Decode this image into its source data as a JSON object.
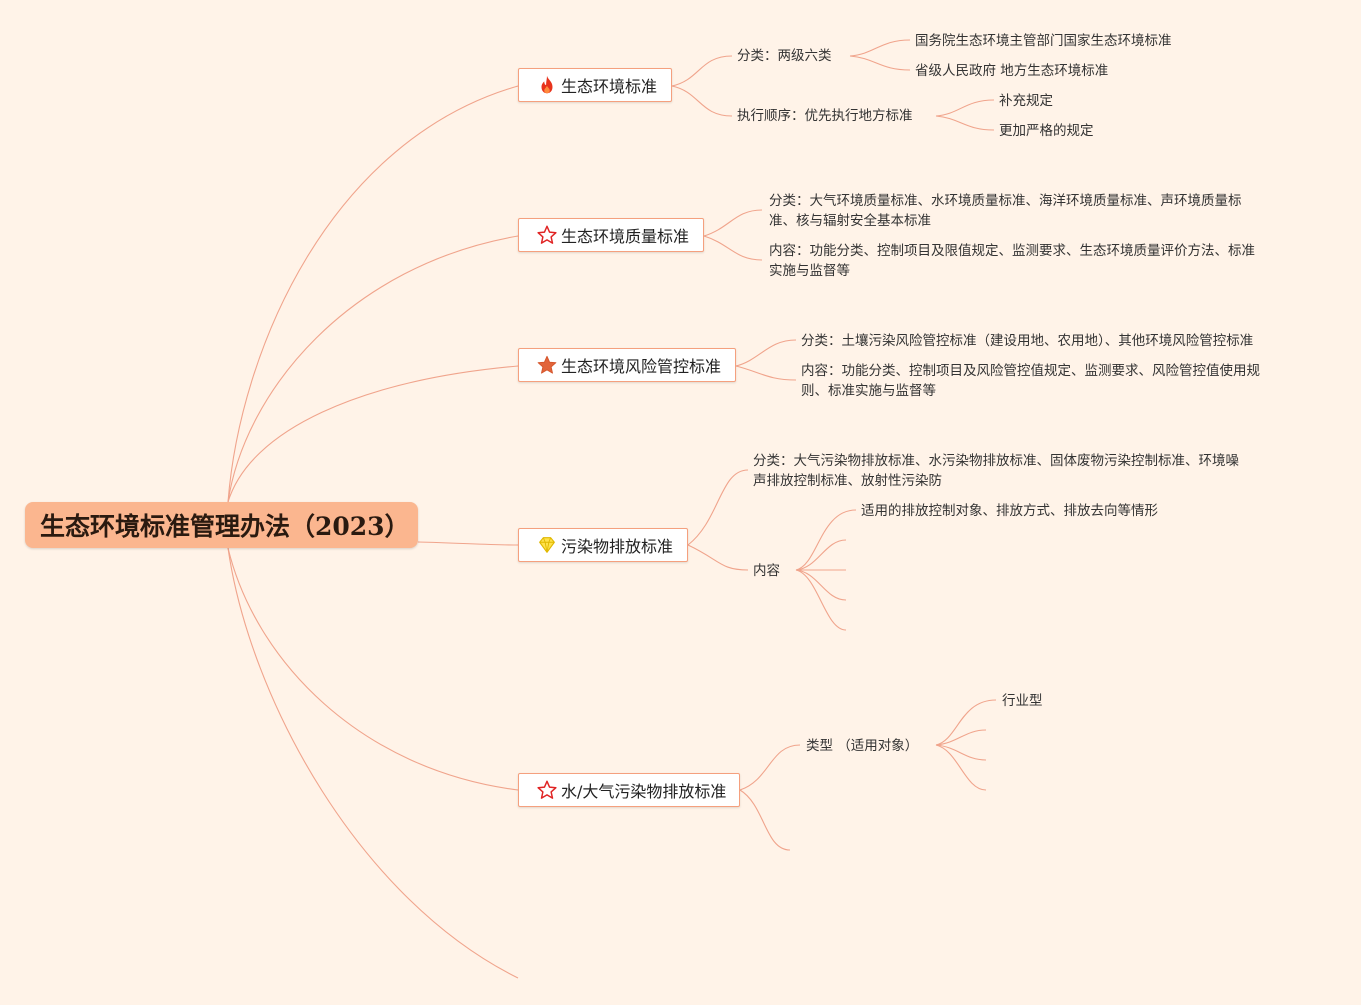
{
  "root": {
    "title": "生态环境标准管理办法（2023）"
  },
  "nodes": [
    {
      "label": "生态环境标准",
      "icon": "fire-icon",
      "children": [
        {
          "text": "分类：两级六类",
          "children": [
            "国务院生态环境主管部门国家生态环境标准",
            "省级人民政府 地方生态环境标准"
          ]
        },
        {
          "text": "执行顺序：优先执行地方标准",
          "children": [
            "补充规定",
            "更加严格的规定"
          ]
        }
      ]
    },
    {
      "label": "生态环境质量标准",
      "icon": "star-outline-icon",
      "children": [
        {
          "text": "分类：大气环境质量标准、水环境质量标准、海洋环境质量标准、声环境质量标准、核与辐射安全基本标准"
        },
        {
          "text": "内容：功能分类、控制项目及限值规定、监测要求、生态环境质量评价方法、标准实施与监督等"
        }
      ]
    },
    {
      "label": "生态环境风险管控标准",
      "icon": "star-filled-icon",
      "children": [
        {
          "text": "分类：土壤污染风险管控标准（建设用地、农用地）、其他环境风险管控标准"
        },
        {
          "text": "内容：功能分类、控制项目及风险管控值规定、监测要求、风险管控值使用规则、标准实施与监督等"
        }
      ]
    },
    {
      "label": "污染物排放标准",
      "icon": "diamond-icon",
      "children": [
        {
          "text": "分类：大气污染物排放标准、水污染物排放标准、固体废物污染控制标准、环境噪声排放控制标准、放射性污染防"
        },
        {
          "text": "内容",
          "children": [
            "适用的排放控制对象、排放方式、排放去向等情形"
          ]
        }
      ]
    },
    {
      "label": "水/大气污染物排放标准",
      "icon": "star-outline-icon",
      "children": [
        {
          "text": "类型 （适用对象）",
          "children": [
            "行业型"
          ]
        }
      ]
    }
  ],
  "colors": {
    "background": "#fff3e8",
    "root_fill": "#fbb68f",
    "node_border": "#f5a07e",
    "link": "#f0a48c"
  }
}
